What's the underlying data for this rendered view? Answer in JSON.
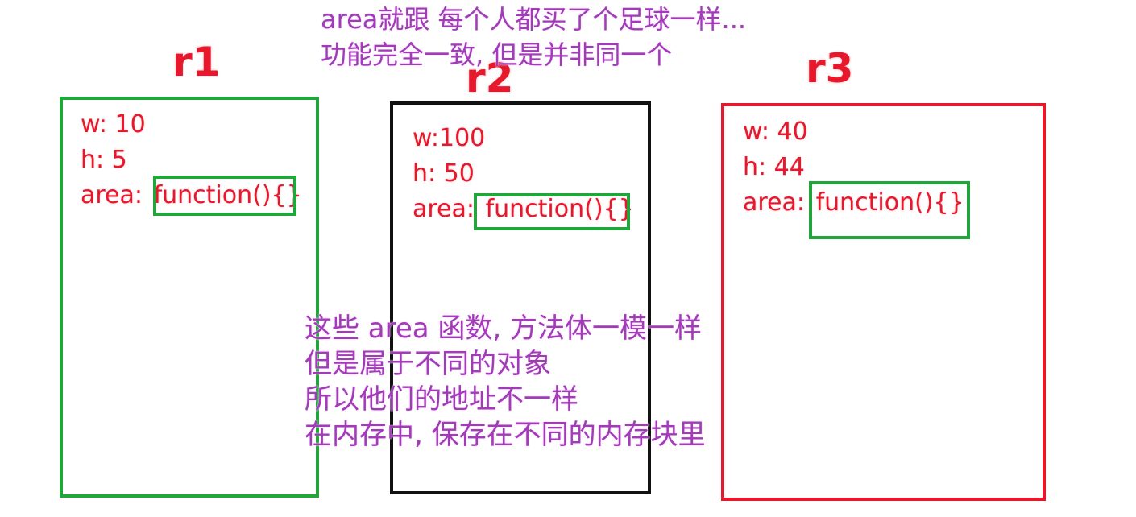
{
  "colors": {
    "green": "#22a63c",
    "black": "#111111",
    "red": "#e8182c",
    "purple": "#a23bb8"
  },
  "top_note": {
    "lines": [
      "area就跟 每个人都买了个足球一样...",
      "功能完全一致, 但是并非同一个"
    ]
  },
  "objects": [
    {
      "name": "r1",
      "w": "w: 10",
      "h": "h: 5",
      "area_key": "area:",
      "area_value": "function(){}"
    },
    {
      "name": "r2",
      "w": "w:100",
      "h": "h: 50",
      "area_key": "area:",
      "area_value": "function(){}"
    },
    {
      "name": "r3",
      "w": "w: 40",
      "h": "h: 44",
      "area_key": "area:",
      "area_value": "function(){}"
    }
  ],
  "middle_note": {
    "lines": [
      "这些 area 函数, 方法体一模一样",
      "但是属于不同的对象",
      "所以他们的地址不一样",
      "在内存中, 保存在不同的内存块里"
    ]
  }
}
